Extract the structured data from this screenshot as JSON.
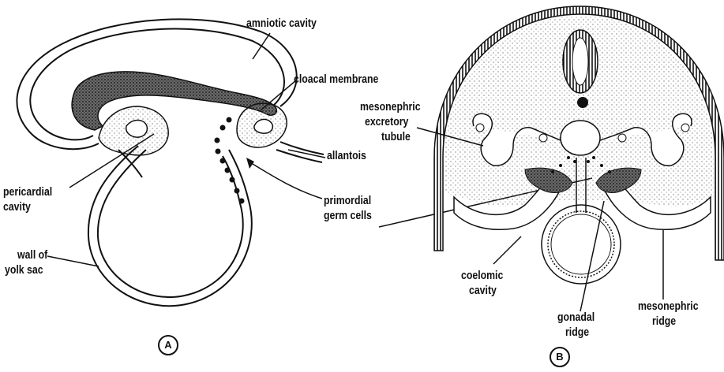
{
  "panels": {
    "a": "A",
    "b": "B"
  },
  "labels": {
    "amniotic_cavity": "amniotic cavity",
    "cloacal_membrane": "cloacal membrane",
    "allantois": "allantois",
    "pericardial_cavity_1": "pericardial",
    "pericardial_cavity_2": "cavity",
    "primordial_germ_cells_1": "primordial",
    "primordial_germ_cells_2": "germ cells",
    "wall_of_yolk_sac_1": "wall of",
    "wall_of_yolk_sac_2": "yolk sac",
    "mesonephric_tubule_1": "mesonephric",
    "mesonephric_tubule_2": "excretory",
    "mesonephric_tubule_3": "tubule",
    "coelomic_cavity_1": "coelomic",
    "coelomic_cavity_2": "cavity",
    "gonadal_ridge_1": "gonadal",
    "gonadal_ridge_2": "ridge",
    "mesonephric_ridge_1": "mesonephric",
    "mesonephric_ridge_2": "ridge"
  },
  "colors": {
    "ink": "#111111",
    "stipple": "#8a8a8a",
    "dark_tissue": "#555555"
  }
}
